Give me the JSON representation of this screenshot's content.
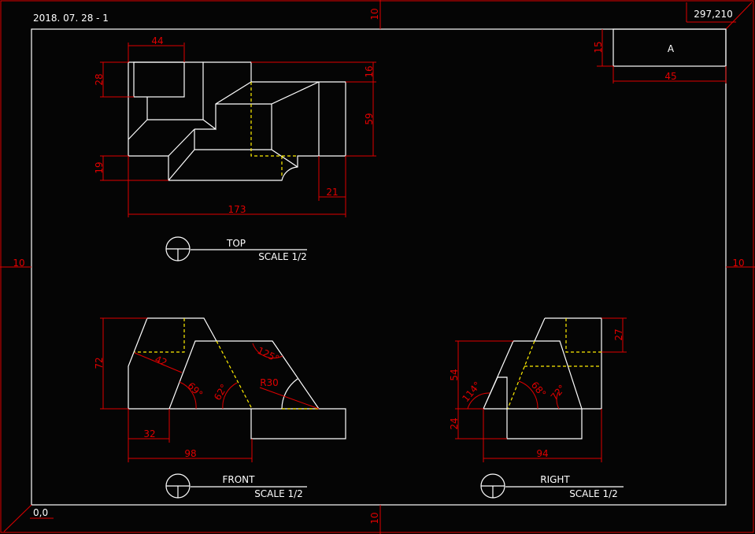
{
  "sheet": {
    "date_label": "2018. 07. 28 - 1",
    "size_label": "297,210",
    "origin_label": "0,0",
    "margin_top": "10",
    "margin_bottom": "10",
    "margin_left": "10",
    "margin_right": "10"
  },
  "title_block": {
    "letter": "A",
    "height_dim": "15",
    "width_dim": "45"
  },
  "views": {
    "top": {
      "name": "TOP",
      "scale": "SCALE 1/2",
      "dims": {
        "d44": "44",
        "d28": "28",
        "d19": "19",
        "d16": "16",
        "d59": "59",
        "d21": "21",
        "d173": "173"
      }
    },
    "front": {
      "name": "FRONT",
      "scale": "SCALE 1/2",
      "dims": {
        "d72": "72",
        "d42": "42",
        "a69": "69°",
        "a62": "62°",
        "a125": "125°",
        "r30": "R30",
        "d32": "32",
        "d98": "98"
      }
    },
    "right": {
      "name": "RIGHT",
      "scale": "SCALE 1/2",
      "dims": {
        "d54": "54",
        "d24": "24",
        "d27": "27",
        "d94": "94",
        "a114": "114°",
        "a68": "68°",
        "a72": "72°"
      }
    }
  },
  "colors": {
    "outline": "#ffffff",
    "dimension": "#e00000",
    "hidden": "#ffee00"
  }
}
